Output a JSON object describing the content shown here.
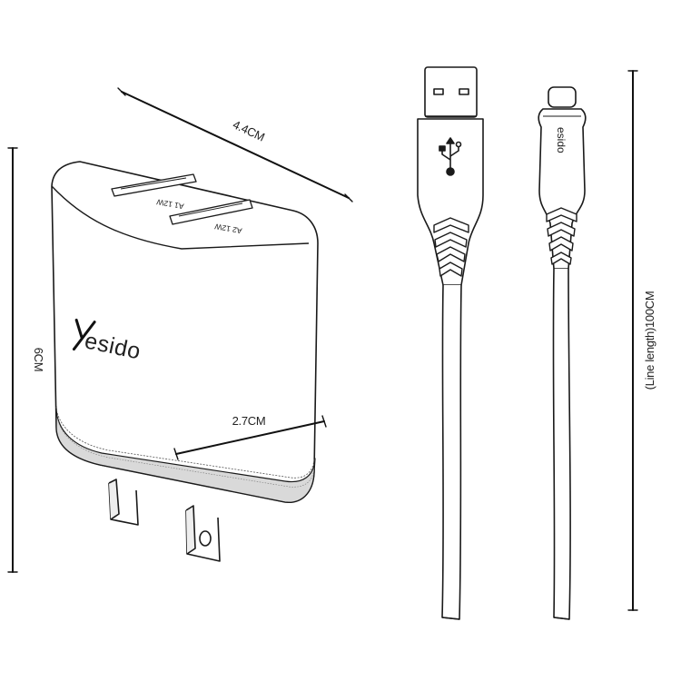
{
  "dimensions": {
    "charger_width": "4.4CM",
    "charger_height": "6CM",
    "charger_depth": "2.7CM",
    "cable_length": "(Line length)100CM"
  },
  "charger": {
    "brand": "esido",
    "port_a1": "A1 12W",
    "port_a2": "A2 12W"
  },
  "cable": {
    "brand": "esido"
  },
  "colors": {
    "stroke": "#1a1a1a",
    "body_fill": "#ffffff",
    "band_fill": "#d9d9d9"
  }
}
